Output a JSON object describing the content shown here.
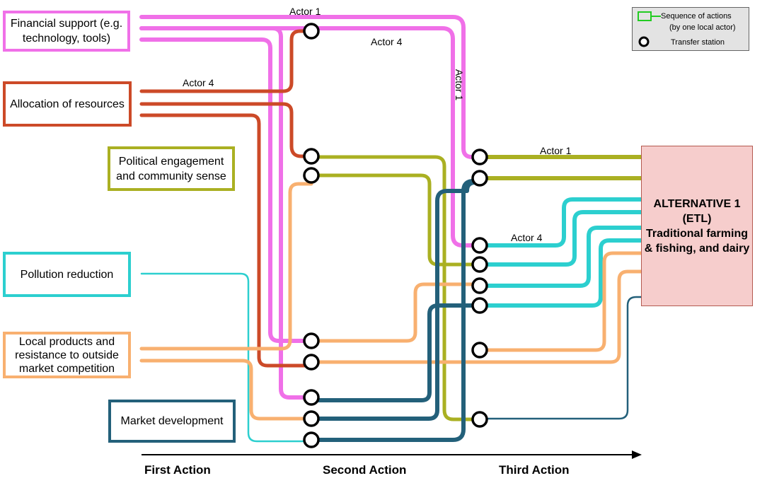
{
  "sources": {
    "financial": {
      "label": "Financial support (e.g. technology, tools)",
      "color": "#f070e8"
    },
    "allocation": {
      "label": "Allocation of resources",
      "color": "#cc4a28"
    },
    "political": {
      "label": "Political engagement and community sense",
      "color": "#aab022"
    },
    "pollution": {
      "label": "Pollution reduction",
      "color": "#2ccfcf"
    },
    "local": {
      "label": "Local products and resistance to outside market competition",
      "color": "#f8b070"
    },
    "market": {
      "label": "Market development",
      "color": "#23607a"
    }
  },
  "alternative": {
    "line1": "ALTERNATIVE 1",
    "line2": "(ETL)",
    "line3": "Traditional farming",
    "line4": "& fishing, and dairy"
  },
  "legend": {
    "sequence_label": "Sequence of actions",
    "sequence_sub": "(by one local actor)",
    "station_label": "Transfer station",
    "swatch_color": "#22cc22"
  },
  "actor_labels": {
    "actor1_top": "Actor 1",
    "actor4_mid": "Actor 4",
    "actor1_vertical": "Actor 1",
    "actor4_left": "Actor 4",
    "actor1_right": "Actor 1",
    "actor4_right": "Actor 4"
  },
  "axis": {
    "first": "First Action",
    "second": "Second Action",
    "third": "Third Action"
  }
}
